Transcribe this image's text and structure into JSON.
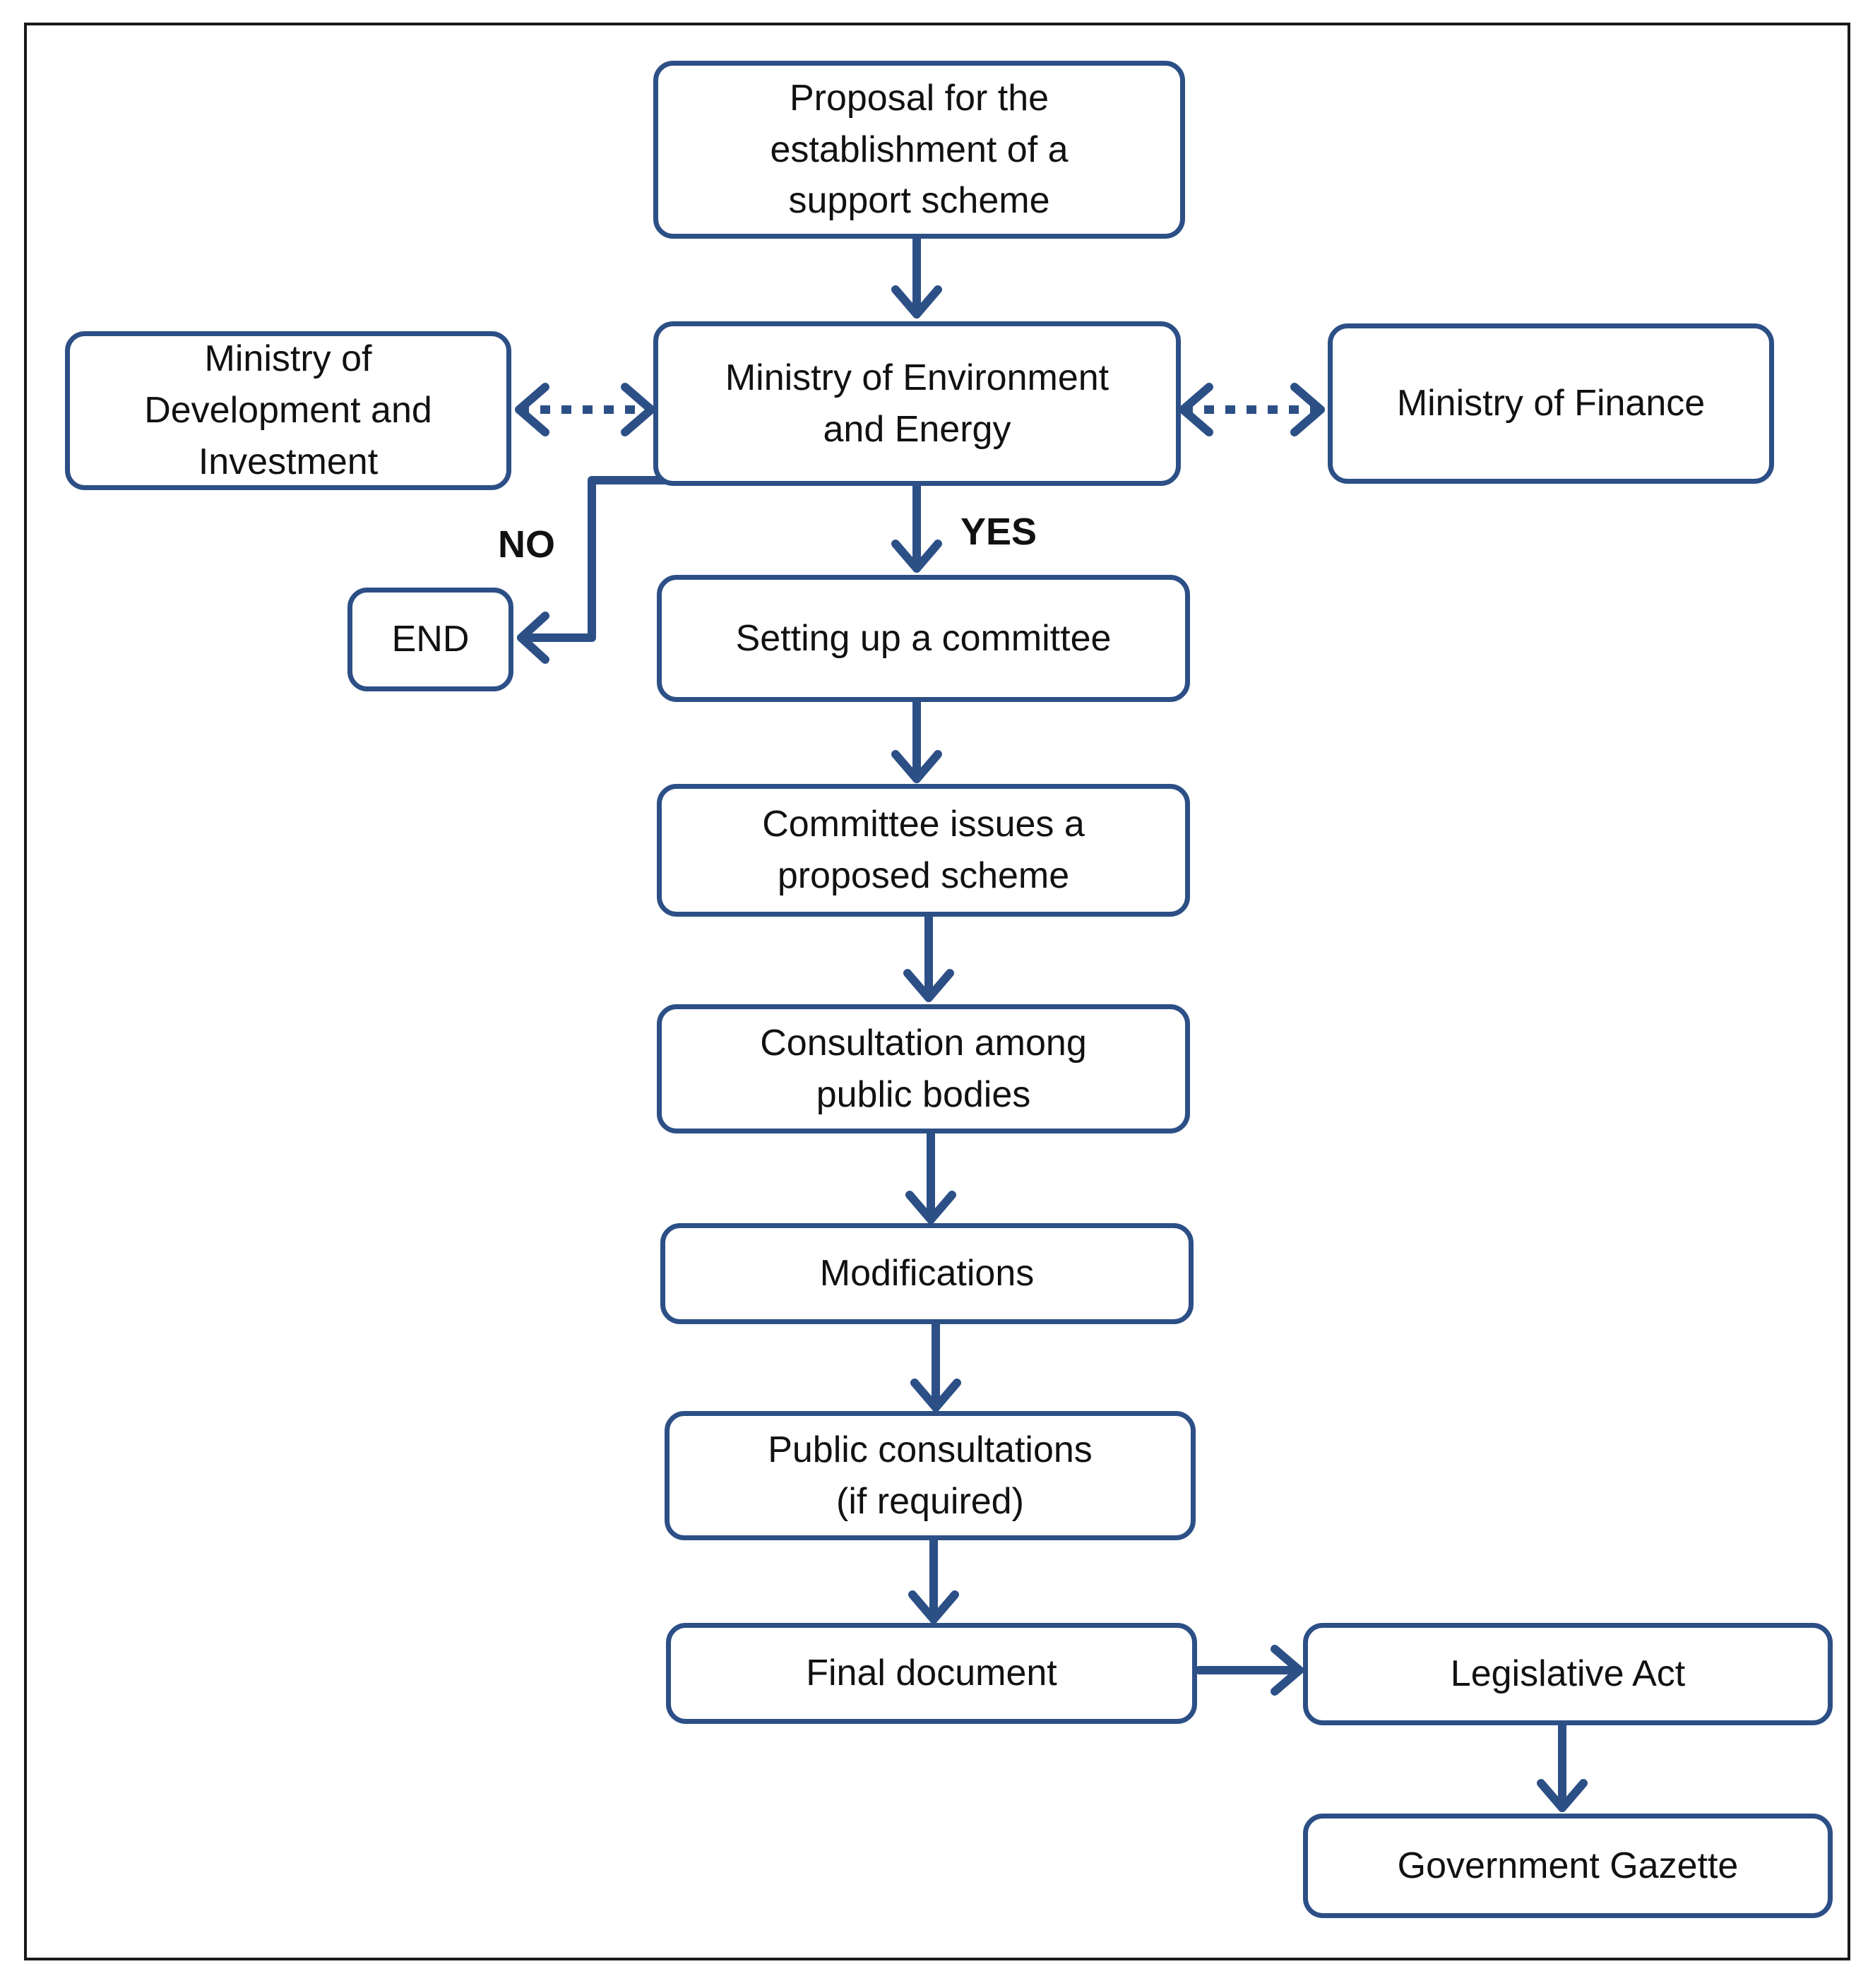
{
  "colors": {
    "accent": "#2c4f86",
    "text": "#111111",
    "frame": "#1a1a1a"
  },
  "nodes": {
    "proposal": "Proposal for the\nestablishment of a\nsupport scheme",
    "ministry_env": "Ministry of Environment\nand Energy",
    "ministry_dev": "Ministry of\nDevelopment and\nInvestment",
    "ministry_fin": "Ministry of Finance",
    "end": "END",
    "committee": "Setting up a committee",
    "proposed_scheme": "Committee issues a\nproposed scheme",
    "consultation_bodies": "Consultation among\npublic bodies",
    "modifications": "Modifications",
    "public_consultations": "Public consultations\n(if required)",
    "final_document": "Final document",
    "legislative_act": "Legislative Act",
    "gazette": "Government Gazette"
  },
  "labels": {
    "no": "NO",
    "yes": "YES"
  },
  "edges": [
    {
      "from": "proposal",
      "to": "ministry_env",
      "style": "solid"
    },
    {
      "from": "ministry_env",
      "to": "ministry_dev",
      "style": "dotted",
      "bidirectional": true
    },
    {
      "from": "ministry_env",
      "to": "ministry_fin",
      "style": "dotted",
      "bidirectional": true
    },
    {
      "from": "ministry_env",
      "to": "end",
      "style": "solid",
      "label": "NO"
    },
    {
      "from": "ministry_env",
      "to": "committee",
      "style": "solid",
      "label": "YES"
    },
    {
      "from": "committee",
      "to": "proposed_scheme",
      "style": "solid"
    },
    {
      "from": "proposed_scheme",
      "to": "consultation_bodies",
      "style": "solid"
    },
    {
      "from": "consultation_bodies",
      "to": "modifications",
      "style": "solid"
    },
    {
      "from": "modifications",
      "to": "public_consultations",
      "style": "solid"
    },
    {
      "from": "public_consultations",
      "to": "final_document",
      "style": "solid"
    },
    {
      "from": "final_document",
      "to": "legislative_act",
      "style": "solid"
    },
    {
      "from": "legislative_act",
      "to": "gazette",
      "style": "solid"
    }
  ]
}
